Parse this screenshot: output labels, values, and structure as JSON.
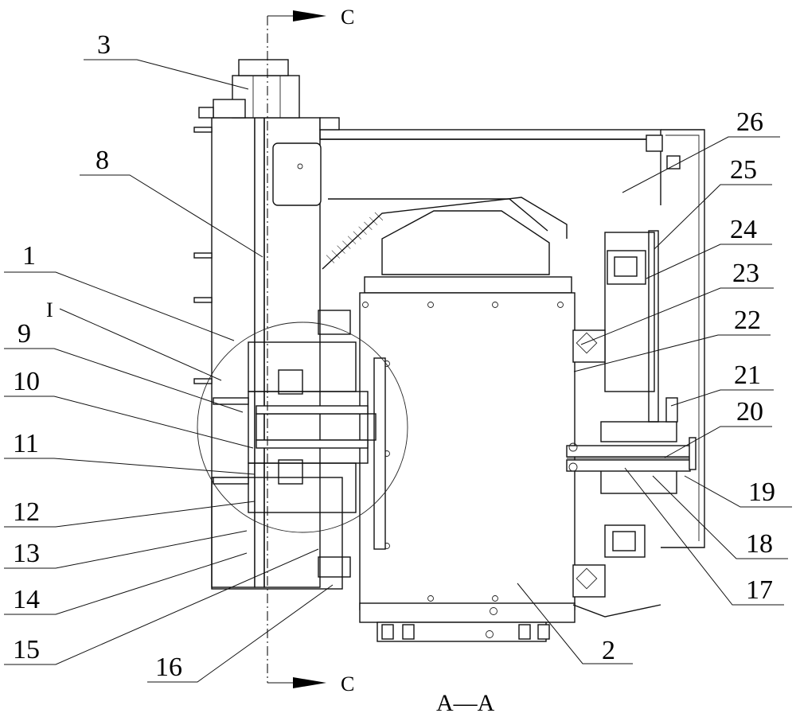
{
  "drawing": {
    "view_title": "A—A",
    "section_marker": "C",
    "section_marker_top": "C",
    "section_marker_bottom": "C"
  },
  "part_labels": [
    {
      "id": "3",
      "text": "3",
      "side": "left"
    },
    {
      "id": "8",
      "text": "8",
      "side": "left"
    },
    {
      "id": "1",
      "text": "1",
      "side": "left"
    },
    {
      "id": "I",
      "text": "I",
      "side": "left"
    },
    {
      "id": "9",
      "text": "9",
      "side": "left"
    },
    {
      "id": "10",
      "text": "10",
      "side": "left"
    },
    {
      "id": "11",
      "text": "11",
      "side": "left"
    },
    {
      "id": "12",
      "text": "12",
      "side": "left"
    },
    {
      "id": "13",
      "text": "13",
      "side": "left"
    },
    {
      "id": "14",
      "text": "14",
      "side": "left"
    },
    {
      "id": "15",
      "text": "15",
      "side": "left"
    },
    {
      "id": "16",
      "text": "16",
      "side": "bottom"
    },
    {
      "id": "2",
      "text": "2",
      "side": "bottom"
    },
    {
      "id": "26",
      "text": "26",
      "side": "right"
    },
    {
      "id": "25",
      "text": "25",
      "side": "right"
    },
    {
      "id": "24",
      "text": "24",
      "side": "right"
    },
    {
      "id": "23",
      "text": "23",
      "side": "right"
    },
    {
      "id": "22",
      "text": "22",
      "side": "right"
    },
    {
      "id": "21",
      "text": "21",
      "side": "right"
    },
    {
      "id": "20",
      "text": "20",
      "side": "right"
    },
    {
      "id": "19",
      "text": "19",
      "side": "right"
    },
    {
      "id": "18",
      "text": "18",
      "side": "right"
    },
    {
      "id": "17",
      "text": "17",
      "side": "right"
    }
  ]
}
